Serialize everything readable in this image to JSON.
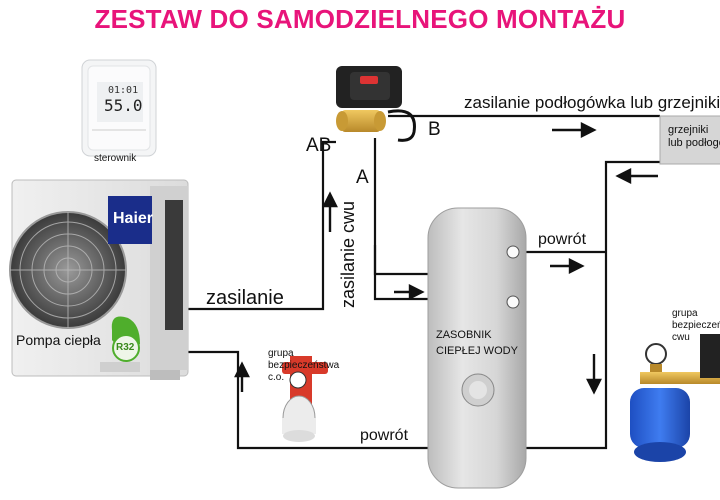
{
  "title": "ZESTAW DO SAMODZIELNEGO MONTAŻU",
  "controller": {
    "label": "sterownik",
    "time": "01:01",
    "temp": "55.0"
  },
  "heat_pump": {
    "brand": "Haier",
    "label": "Pompa ciepła",
    "refrigerant": "R32"
  },
  "valve": {
    "port_ab": "AB",
    "port_a": "A",
    "port_b": "B"
  },
  "pipes": {
    "supply_main": "zasilanie",
    "supply_floor": "zasilanie podłogówka lub grzejniki",
    "supply_dhw": "zasilanie cwu",
    "return_tank": "powrót",
    "return_main": "powrót"
  },
  "radiators_box": {
    "line1": "grzejniki",
    "line2": "lub podłogówka"
  },
  "tank": {
    "line1": "ZASOBNIK",
    "line2": "CIEPŁEJ WODY"
  },
  "safety_co": {
    "line1": "grupa",
    "line2": "bezpieczeństwa",
    "line3": "c.o."
  },
  "safety_cwu": {
    "line1": "grupa",
    "line2": "bezpieczeństwa",
    "line3": "cwu"
  },
  "colors": {
    "title": "#e8147a",
    "pipe": "#111111",
    "brand": "#1a2d8a",
    "tank": "#d9d9d9",
    "vessel_red": "#d83a2a",
    "vessel_blue": "#2a5fd8"
  }
}
